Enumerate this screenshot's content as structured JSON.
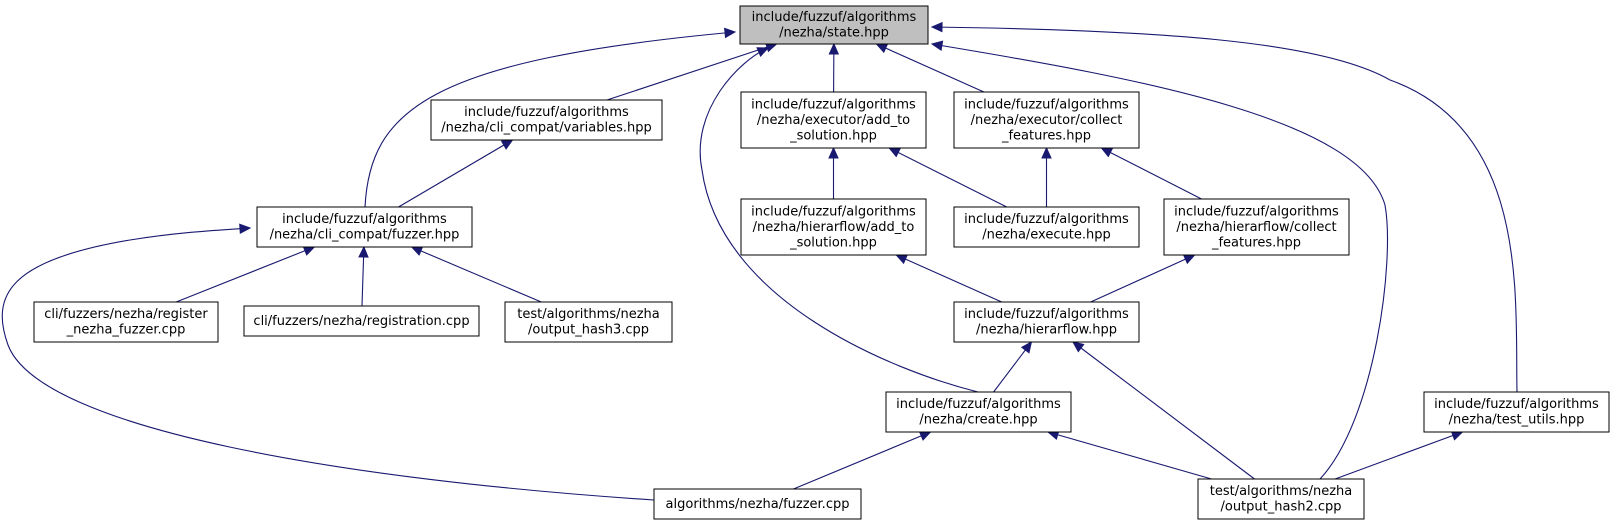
{
  "nodes": {
    "state": [
      "include/fuzzuf/algorithms",
      "/nezha/state.hpp"
    ],
    "variables": [
      "include/fuzzuf/algorithms",
      "/nezha/cli_compat/variables.hpp"
    ],
    "exec_add": [
      "include/fuzzuf/algorithms",
      "/nezha/executor/add_to",
      "_solution.hpp"
    ],
    "exec_collect": [
      "include/fuzzuf/algorithms",
      "/nezha/executor/collect",
      "_features.hpp"
    ],
    "cli_fuzzer": [
      "include/fuzzuf/algorithms",
      "/nezha/cli_compat/fuzzer.hpp"
    ],
    "hier_add": [
      "include/fuzzuf/algorithms",
      "/nezha/hierarflow/add_to",
      "_solution.hpp"
    ],
    "execute": [
      "include/fuzzuf/algorithms",
      "/nezha/execute.hpp"
    ],
    "hier_collect": [
      "include/fuzzuf/algorithms",
      "/nezha/hierarflow/collect",
      "_features.hpp"
    ],
    "register": [
      "cli/fuzzers/nezha/register",
      "_nezha_fuzzer.cpp"
    ],
    "registration": [
      "cli/fuzzers/nezha/registration.cpp"
    ],
    "hash3": [
      "test/algorithms/nezha",
      "/output_hash3.cpp"
    ],
    "hierarflow": [
      "include/fuzzuf/algorithms",
      "/nezha/hierarflow.hpp"
    ],
    "create": [
      "include/fuzzuf/algorithms",
      "/nezha/create.hpp"
    ],
    "test_utils": [
      "include/fuzzuf/algorithms",
      "/nezha/test_utils.hpp"
    ],
    "algo_fuzzer": [
      "algorithms/nezha/fuzzer.cpp"
    ],
    "hash2": [
      "test/algorithms/nezha",
      "/output_hash2.cpp"
    ]
  },
  "edges": [
    {
      "from": "variables",
      "to": "state"
    },
    {
      "from": "exec_add",
      "to": "state"
    },
    {
      "from": "exec_collect",
      "to": "state"
    },
    {
      "from": "cli_fuzzer",
      "to": "state"
    },
    {
      "from": "create",
      "to": "state"
    },
    {
      "from": "hash2",
      "to": "state"
    },
    {
      "from": "test_utils",
      "to": "state"
    },
    {
      "from": "cli_fuzzer",
      "to": "variables"
    },
    {
      "from": "hier_add",
      "to": "exec_add"
    },
    {
      "from": "execute",
      "to": "exec_add"
    },
    {
      "from": "execute",
      "to": "exec_collect"
    },
    {
      "from": "hier_collect",
      "to": "exec_collect"
    },
    {
      "from": "register",
      "to": "cli_fuzzer"
    },
    {
      "from": "registration",
      "to": "cli_fuzzer"
    },
    {
      "from": "hash3",
      "to": "cli_fuzzer"
    },
    {
      "from": "algo_fuzzer",
      "to": "cli_fuzzer"
    },
    {
      "from": "hierarflow",
      "to": "hier_add"
    },
    {
      "from": "hierarflow",
      "to": "hier_collect"
    },
    {
      "from": "create",
      "to": "hierarflow"
    },
    {
      "from": "hash2",
      "to": "hierarflow"
    },
    {
      "from": "algo_fuzzer",
      "to": "create"
    },
    {
      "from": "hash2",
      "to": "create"
    },
    {
      "from": "hash2",
      "to": "test_utils"
    }
  ],
  "colors": {
    "edge": "#191970",
    "root_fill": "#bfbfbf",
    "node_fill": "#ffffff",
    "node_border": "#000000"
  }
}
